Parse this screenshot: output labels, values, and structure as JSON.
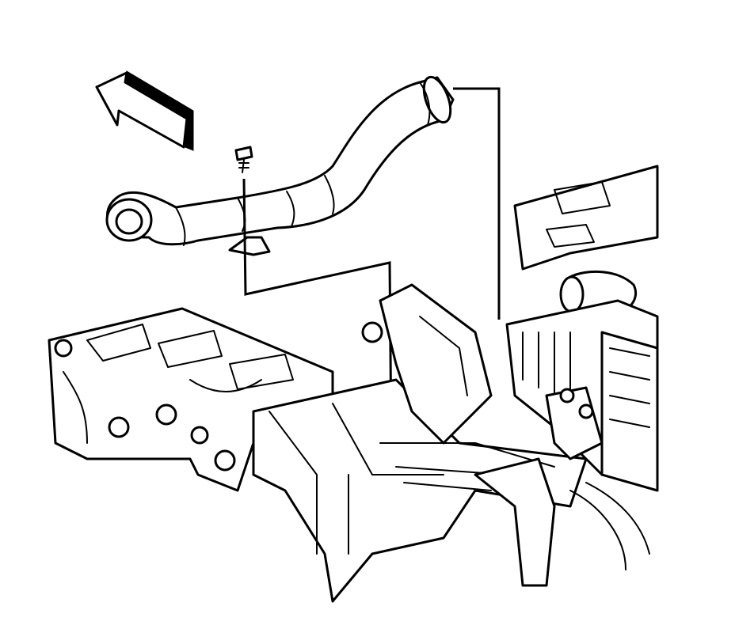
{
  "diagram": {
    "kind": "line-art-illustration",
    "colors": {
      "ink": "#000000",
      "paper": "#ffffff"
    },
    "parts": [
      "direction-arrow",
      "duct-hose",
      "fastener-screw",
      "floor-panel-assembly",
      "instrument-panel-carrier"
    ]
  }
}
